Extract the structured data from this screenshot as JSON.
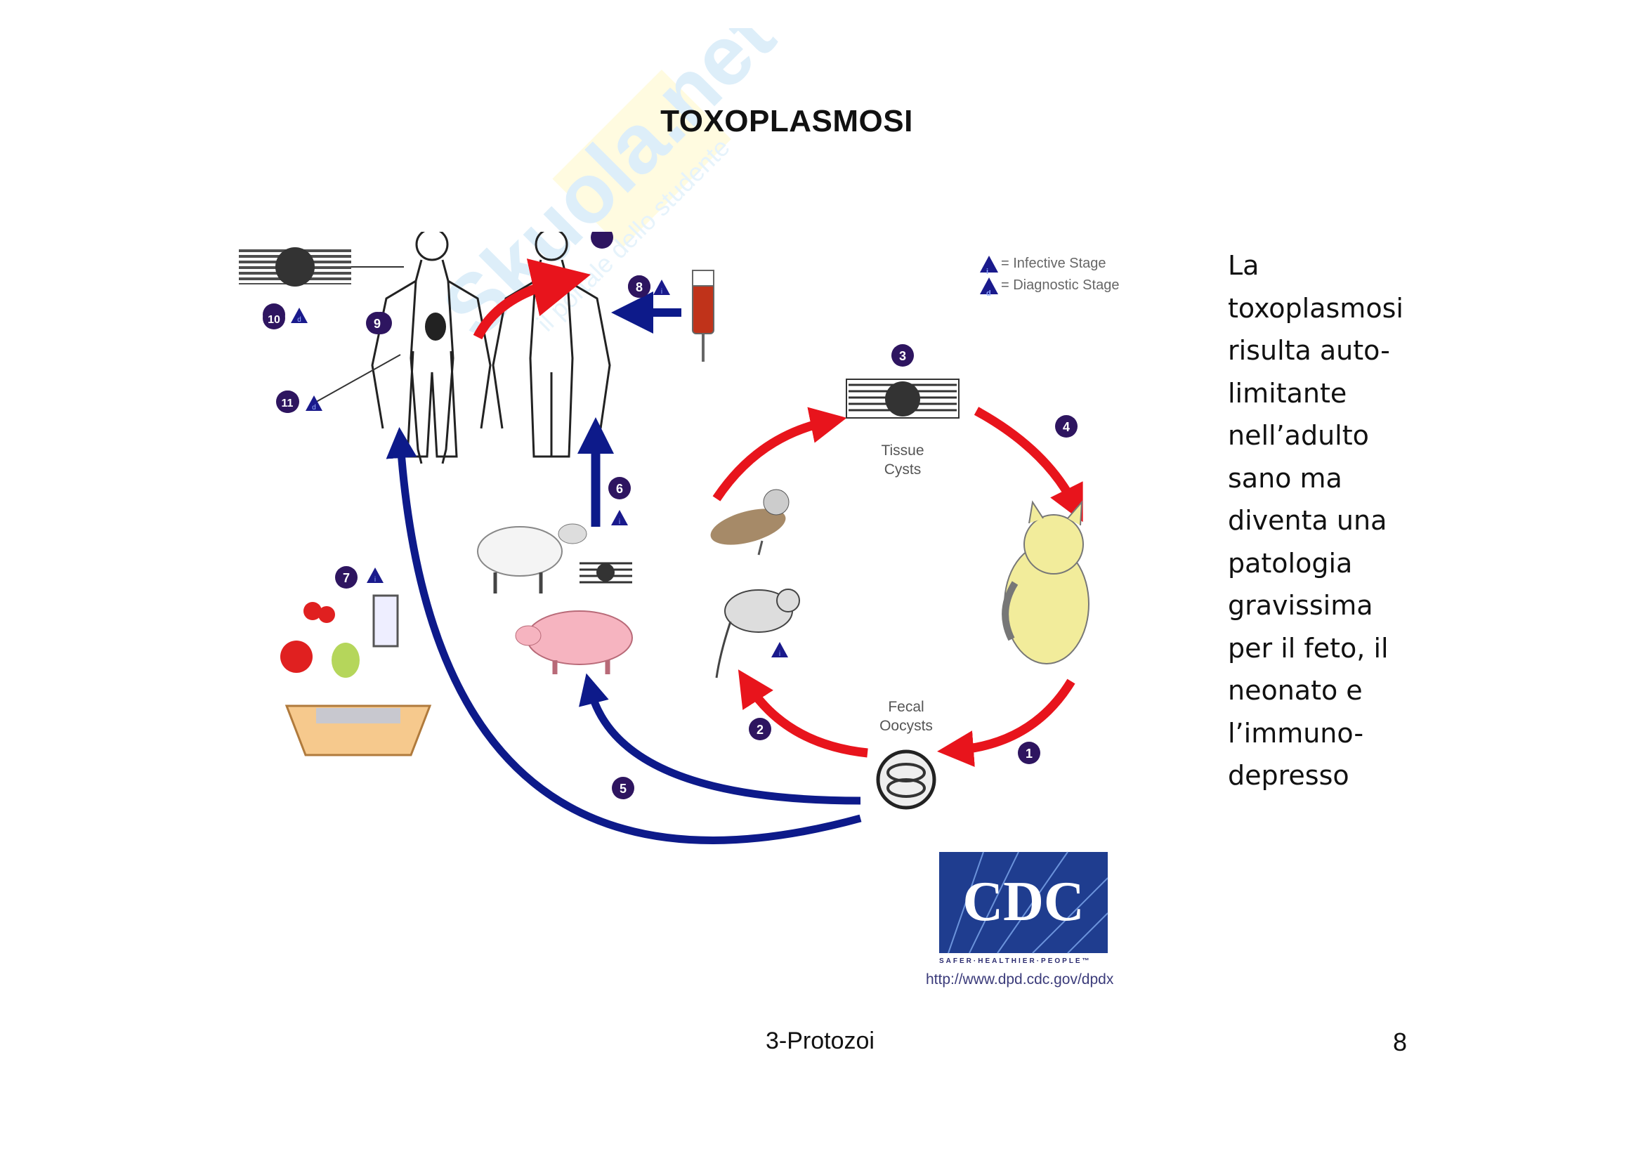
{
  "slide": {
    "title": "TOXOPLASMOSI",
    "body_lines": [
      "La",
      "toxoplasmosi",
      "risulta auto-",
      "limitante",
      "nell’adulto",
      "sano ma",
      "diventa una",
      "patologia",
      "gravissima",
      "per il feto, il",
      "neonato e",
      "l’immuno-",
      "depresso"
    ],
    "footer": {
      "section": "3-Protozoi",
      "page_number": "8"
    },
    "watermark": {
      "brand": "Skuola.net",
      "tagline": "il portale dello studente"
    }
  },
  "diagram": {
    "legend": {
      "infective": {
        "symbol": "i",
        "label": "= Infective Stage"
      },
      "diagnostic": {
        "symbol": "d",
        "label": "= Diagnostic Stage"
      }
    },
    "labels": {
      "tissue_cysts_1": "Tissue",
      "tissue_cysts_2": "Cysts",
      "fecal_oocysts_1": "Fecal",
      "fecal_oocysts_2": "Oocysts"
    },
    "steps": [
      "1",
      "2",
      "3",
      "4",
      "5",
      "6",
      "7",
      "8",
      "9",
      "10",
      "11"
    ],
    "stage_marks": {
      "i": "i",
      "d": "d"
    },
    "colors": {
      "cycle_arrow": "#e8141c",
      "transmission_arrow": "#0d1a8a",
      "step_badge": "#2e1560",
      "stage_triangle": "#1a1a8c",
      "cdc_blue": "#1f3d8f"
    },
    "credit": {
      "logo_text": "CDC",
      "tagline": "SAFER·HEALTHIER·PEOPLE™",
      "url": "http://www.dpd.cdc.gov/dpdx"
    }
  }
}
